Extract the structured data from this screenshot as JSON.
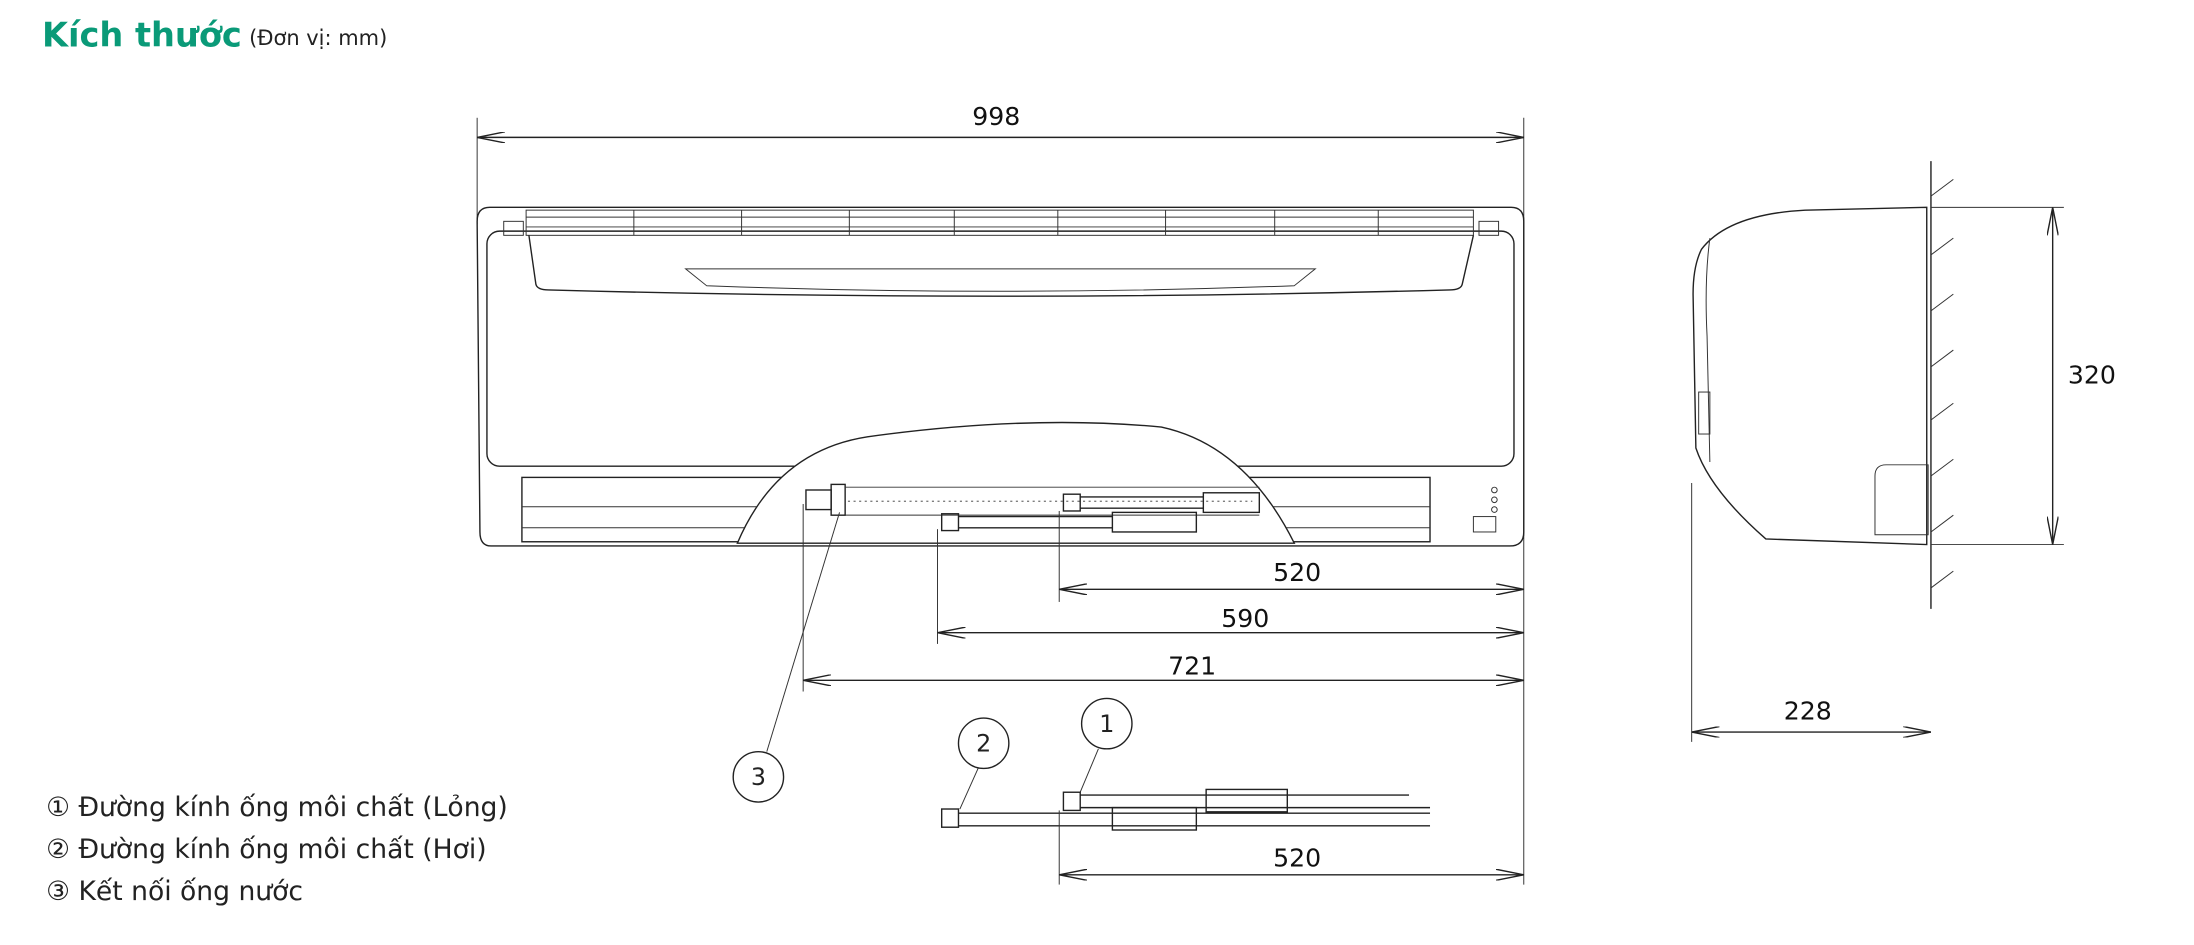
{
  "header": {
    "title": "Kích thước",
    "unit": "(Đơn vị: mm)"
  },
  "dimensions": {
    "width": "998",
    "height": "320",
    "depth": "228",
    "pipe_520": "520",
    "pipe_590": "590",
    "pipe_721": "721",
    "lower_520": "520"
  },
  "callouts": [
    "1",
    "2",
    "3"
  ],
  "legend": [
    {
      "marker": "①",
      "text": "Đường kính ống môi chất (Lỏng)"
    },
    {
      "marker": "②",
      "text": "Đường kính ống môi chất (Hơi)"
    },
    {
      "marker": "③",
      "text": "Kết nối ống nước"
    }
  ],
  "colors": {
    "title": "#0a9a78"
  }
}
